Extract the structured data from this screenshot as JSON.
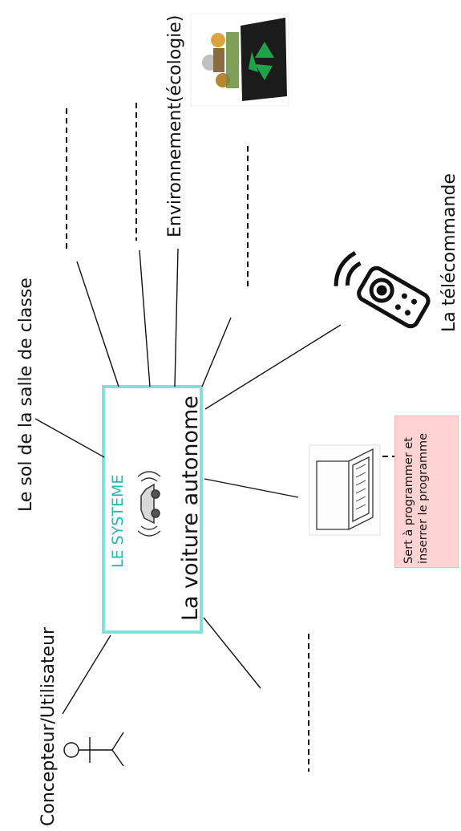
{
  "system_box": {
    "title": "LE SYSTEME",
    "name": "La voiture autonome"
  },
  "labels": {
    "floor": "Le sol de la salle de classe",
    "environment": "Environnement(écologie)",
    "remote": "La télécommande",
    "user": "Concepteur/Utilisateur"
  },
  "note": {
    "text": "Sert à programmer et inserrer le programme"
  },
  "colors": {
    "box_border": "#7fe0e0",
    "title": "#2bb3b3",
    "note_bg": "#ffd3d3",
    "recycle_green": "#1fa34a"
  },
  "icons": [
    "stick-figure-icon",
    "recycle-bin-icon",
    "remote-control-icon",
    "laptop-icon",
    "car-wifi-icon"
  ]
}
